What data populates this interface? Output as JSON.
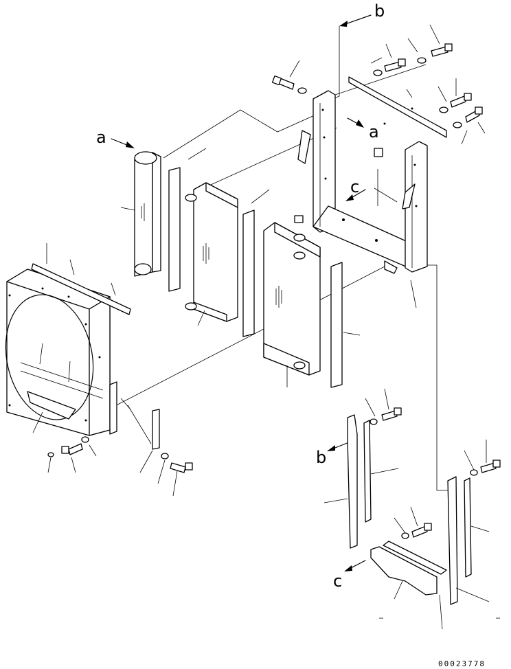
{
  "callouts": {
    "a_top": "a",
    "a_mid": "a",
    "b_top": "b",
    "b_lower": "b",
    "c_mid": "c",
    "c_lower": "c"
  },
  "document_number": "00023778"
}
